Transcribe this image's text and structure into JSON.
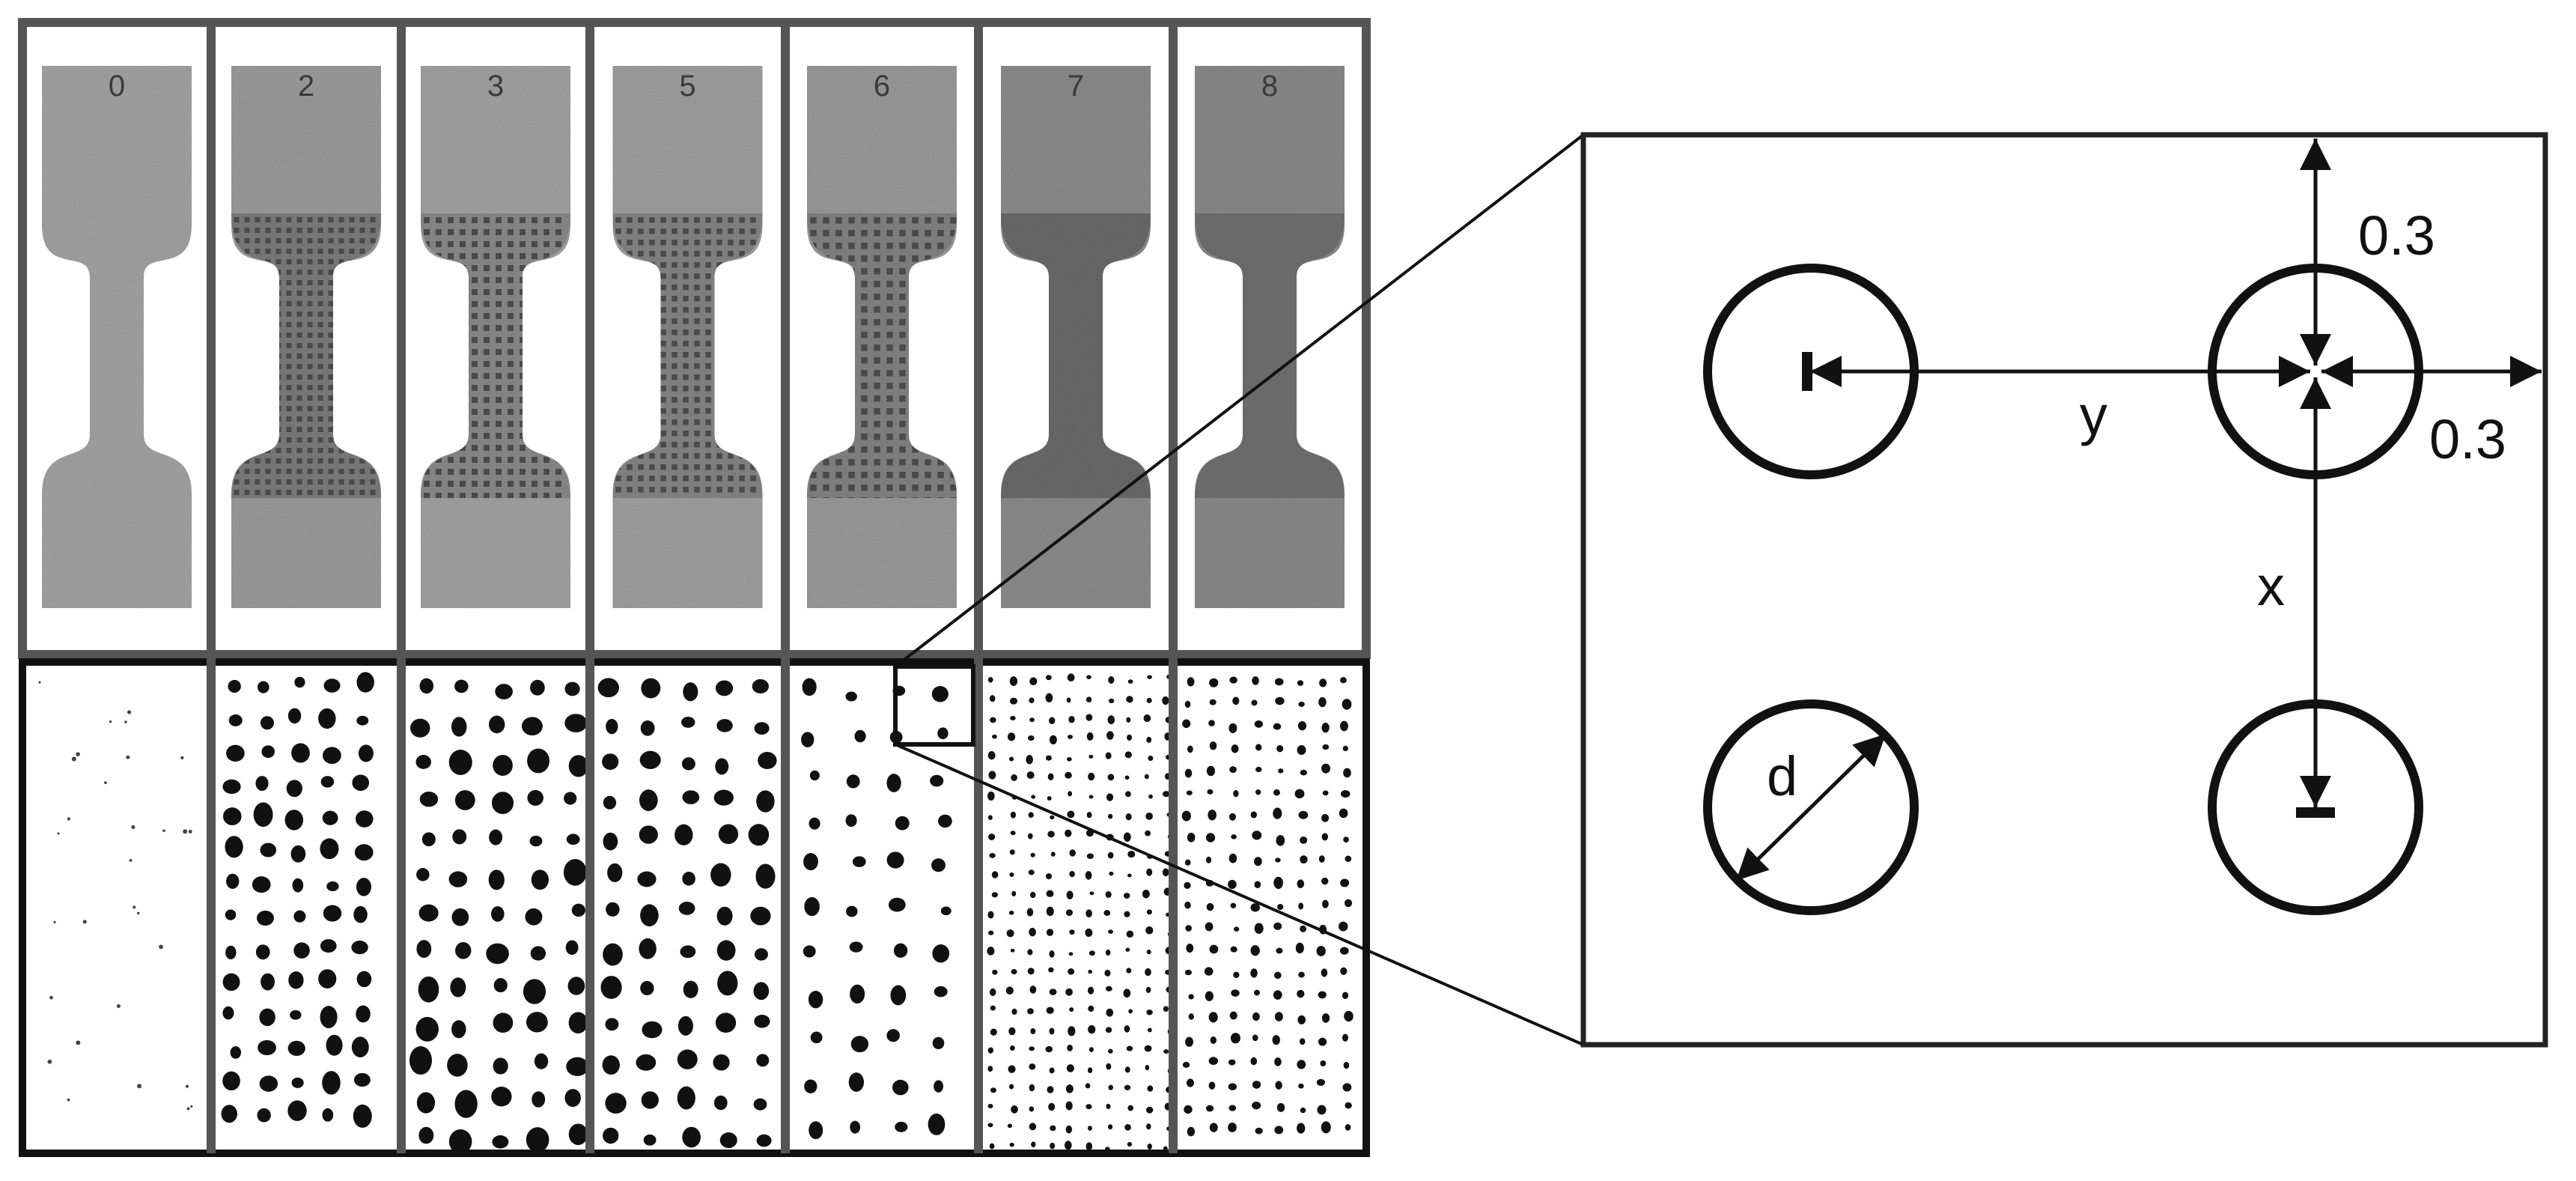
{
  "samples": [
    {
      "label": "0",
      "specimen_tone": "#a3a3a3",
      "gauge_tone": "#a3a3a3",
      "pore": "none"
    },
    {
      "label": "2",
      "specimen_tone": "#9c9c9c",
      "gauge_tone": "#7c7c7c",
      "pore": "fine-grid"
    },
    {
      "label": "3",
      "specimen_tone": "#a2a2a2",
      "gauge_tone": "#8a8a8a",
      "pore": "large-grid"
    },
    {
      "label": "5",
      "specimen_tone": "#a0a0a0",
      "gauge_tone": "#858585",
      "pore": "medium-grid"
    },
    {
      "label": "6",
      "specimen_tone": "#9a9a9a",
      "gauge_tone": "#838383",
      "pore": "sparse-grid"
    },
    {
      "label": "7",
      "specimen_tone": "#8c8c8c",
      "gauge_tone": "#6a6a6a",
      "pore": "dense-small"
    },
    {
      "label": "8",
      "specimen_tone": "#8a8a8a",
      "gauge_tone": "#707070",
      "pore": "dense-tiny"
    }
  ],
  "detail": {
    "dim_top_right": "0.3",
    "dim_right": "0.3",
    "spacing_y": "y",
    "spacing_x": "x",
    "diameter": "d"
  },
  "colors": {
    "frame": "#555555",
    "ink": "#111111"
  }
}
